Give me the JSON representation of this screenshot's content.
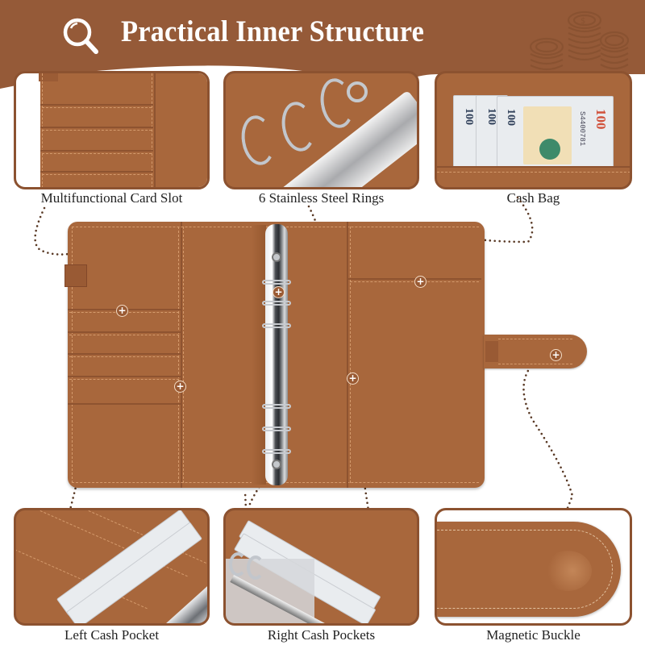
{
  "header": {
    "title": "Practical Inner Structure",
    "icon": "magnifier-icon",
    "decoration": "coin-stack-icon",
    "background_color": "#955a38",
    "title_color": "#ffffff"
  },
  "colors": {
    "leather": "#a8673c",
    "leather_dark": "#8c5230",
    "stitch": "#d49a6c",
    "connector_dots": "#5a3a26",
    "label_text": "#222222"
  },
  "features_top": [
    {
      "label": "Multifunctional Card Slot"
    },
    {
      "label": "6 Stainless Steel Rings"
    },
    {
      "label": "Cash Bag"
    }
  ],
  "features_bottom": [
    {
      "label": "Left Cash Pocket"
    },
    {
      "label": "Right Cash Pockets"
    },
    {
      "label": "Magnetic Buckle"
    }
  ],
  "bills": {
    "denomination": "100",
    "serial": "S4400781"
  },
  "hotspots": {
    "icon": "plus-circle-icon",
    "symbol": "+"
  }
}
